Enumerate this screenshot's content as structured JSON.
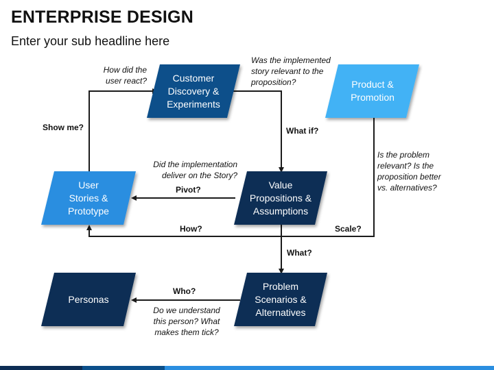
{
  "header": {
    "title": "ENTERPRISE DESIGN",
    "subtitle": "Enter your sub headline here"
  },
  "colors": {
    "dark_blue": "#0b4f8a",
    "navy": "#0c2d54",
    "mid_blue": "#2a8ee0",
    "light_blue": "#42b2f5",
    "arrow": "#1a1a1a"
  },
  "nodes": {
    "customer_discovery": "Customer\nDiscovery &\nExperiments",
    "product_promotion": "Product &\nPromotion",
    "user_stories": "User\nStories &\nPrototype",
    "value_propositions": "Value\nPropositions &\nAssumptions",
    "personas": "Personas",
    "problem_scenarios": "Problem\nScenarios &\nAlternatives"
  },
  "edge_labels": {
    "show_me": "Show me?",
    "what_if": "What if?",
    "pivot": "Pivot?",
    "how": "How?",
    "scale": "Scale?",
    "what": "What?",
    "who": "Who?"
  },
  "notes": {
    "how_did_user_react": "How did the\nuser react?",
    "was_story_relevant": "Was the implemented\nstory relevant to the\nproposition?",
    "did_implementation_deliver": "Did the implementation\ndeliver on the Story?",
    "is_problem_relevant": "Is the problem\nrelevant? Is the\nproposition better\nvs. alternatives?",
    "do_we_understand": "Do we understand\nthis person? What\nmakes them tick?"
  }
}
